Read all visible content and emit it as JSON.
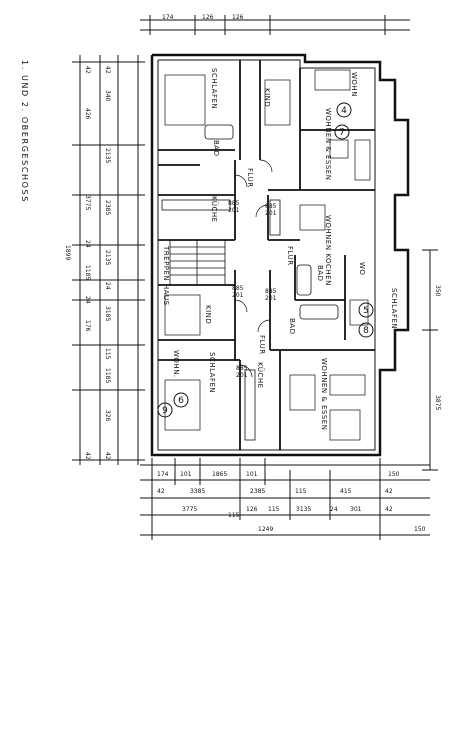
{
  "sheet_title": "1. UND 2. OBERGESCHOSS",
  "rooms": {
    "schlafen_top": "SCHLAFEN",
    "kind_top": "KIND",
    "wohn_top": "WOHN",
    "wohnen_essen_top": "WOHNEN & ESSEN",
    "bad_1": "BAD",
    "flur_1": "FLUR",
    "kueche_1": "KÜCHE",
    "treppenhaus": "TREPPEN HAUS",
    "flur_2": "FLUR",
    "wohnen_kochen": "WOHNEN KOCHEN",
    "bad_2": "BAD",
    "wo_mid": "WO",
    "schlafen_right": "SCHLAFEN",
    "kind_mid": "KIND",
    "bad_3": "BAD",
    "flur_3": "FLUR",
    "wohn_bottom": "WOHN.",
    "schlafen_bottom": "SCHLAFEN",
    "kueche_2": "KÜCHE",
    "wohnen_essen_bottom": "WOHNEN & ESSEN"
  },
  "unit_numbers": [
    "4",
    "7",
    "5",
    "8",
    "6",
    "9"
  ],
  "dims_top": [
    "174",
    "126",
    "126"
  ],
  "dims_left_outer": [
    "42",
    "426",
    "3775",
    "24",
    "1185",
    "24",
    "176",
    "42",
    "1899"
  ],
  "dims_left_inner": [
    "42",
    "340",
    "2135",
    "2385",
    "2135",
    "24",
    "3185",
    "115",
    "1185",
    "326",
    "42"
  ],
  "dims_right": [
    "350",
    "3875"
  ],
  "dims_bottom_row1": [
    "174",
    "101",
    "1865",
    "101",
    "150"
  ],
  "dims_bottom_row2": [
    "42",
    "3385",
    "2385",
    "115",
    "415",
    "42"
  ],
  "dims_bottom_row3": [
    "3775",
    "115",
    "126",
    "115",
    "3135",
    "24",
    "301",
    "42"
  ],
  "dims_bottom_total": [
    "1249",
    "150"
  ],
  "door_sizes": [
    "885",
    "201"
  ],
  "icons": [
    "stair-icon",
    "bathtub-icon",
    "kitchen-counter-icon",
    "door-swing-icon"
  ]
}
